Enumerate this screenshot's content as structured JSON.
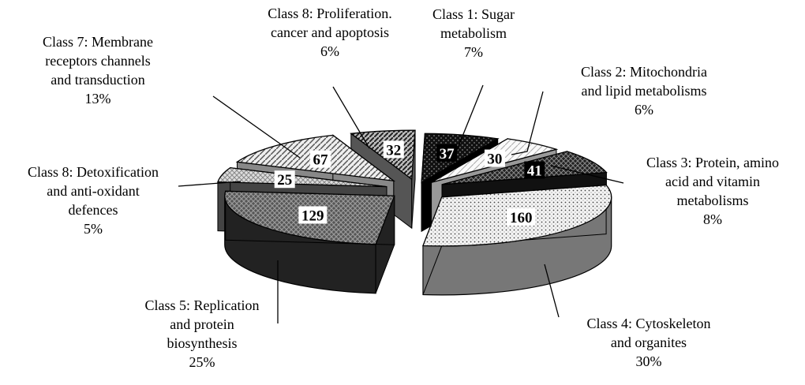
{
  "chart_data": {
    "type": "pie",
    "title": "",
    "slices": [
      {
        "class_label": "Class 1: Sugar",
        "name_line2": "metabolism",
        "name_line3": "",
        "value": 37,
        "percent": "7%"
      },
      {
        "class_label": "Class 2: Mitochondria",
        "name_line2": "and lipid metabolisms",
        "name_line3": "",
        "value": 30,
        "percent": "6%"
      },
      {
        "class_label": "Class 3: Protein, amino",
        "name_line2": "acid and vitamin",
        "name_line3": "metabolisms",
        "value": 41,
        "percent": "8%"
      },
      {
        "class_label": "Class 4: Cytoskeleton",
        "name_line2": "and organites",
        "name_line3": "",
        "value": 160,
        "percent": "30%"
      },
      {
        "class_label": "Class 5: Replication",
        "name_line2": "and protein",
        "name_line3": "biosynthesis",
        "value": 129,
        "percent": "25%"
      },
      {
        "class_label": "Class 8: Detoxification",
        "name_line2": "and anti-oxidant",
        "name_line3": "defences",
        "value": 25,
        "percent": "5%"
      },
      {
        "class_label": "Class 7: Membrane",
        "name_line2": "receptors  channels",
        "name_line3": "and transduction",
        "value": 67,
        "percent": "13%"
      },
      {
        "class_label": "Class 8: Proliferation.",
        "name_line2": "cancer and apoptosis",
        "name_line3": "",
        "value": 32,
        "percent": "6%"
      }
    ],
    "legend": "none",
    "exploded": true
  }
}
